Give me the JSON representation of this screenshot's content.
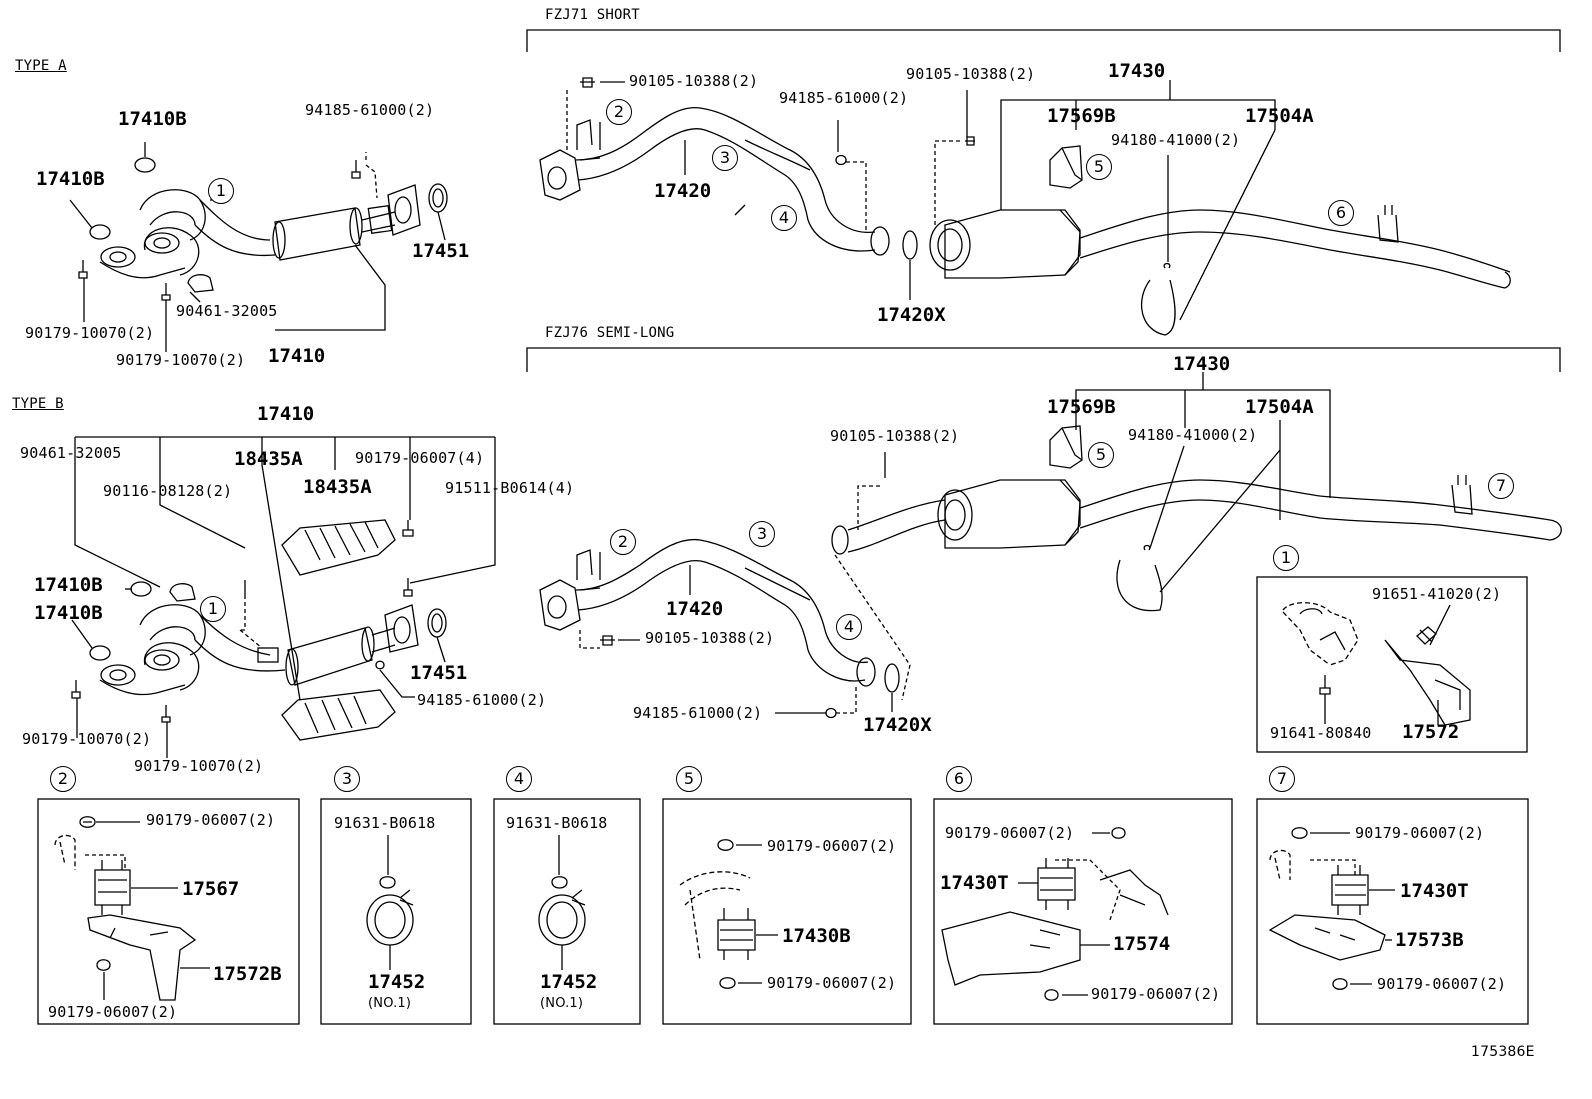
{
  "sections": {
    "type_a": "TYPE A",
    "type_b": "TYPE B",
    "fzj71": "FZJ71 SHORT",
    "fzj76": "FZJ76 SEMI-LONG"
  },
  "type_a": {
    "p17410B_1": "17410B",
    "p17410B_2": "17410B",
    "p94185": "94185-61000(2)",
    "p17451": "17451",
    "p90461": "90461-32005",
    "p90179_a": "90179-10070(2)",
    "p90179_b": "90179-10070(2)",
    "p17410": "17410"
  },
  "type_b": {
    "p17410": "17410",
    "p90461": "90461-32005",
    "p18435A_1": "18435A",
    "p90116": "90116-08128(2)",
    "p90179_06007": "90179-06007(4)",
    "p18435A_2": "18435A",
    "p91511": "91511-B0614(4)",
    "p17410B_1": "17410B",
    "p17410B_2": "17410B",
    "p17451": "17451",
    "p94185": "94185-61000(2)",
    "p90179_a": "90179-10070(2)",
    "p90179_b": "90179-10070(2)"
  },
  "fzj71": {
    "p90105_a": "90105-10388(2)",
    "p94185": "94185-61000(2)",
    "p17420": "17420",
    "p90105_b": "90105-10388(2)",
    "p17430": "17430",
    "p17569B": "17569B",
    "p17504A": "17504A",
    "p94180": "94180-41000(2)",
    "p17420X": "17420X"
  },
  "fzj76": {
    "p17430": "17430",
    "p17569B": "17569B",
    "p17504A": "17504A",
    "p90105_a": "90105-10388(2)",
    "p94180": "94180-41000(2)",
    "p17420": "17420",
    "p90105_b": "90105-10388(2)",
    "p94185": "94185-61000(2)",
    "p17420X": "17420X"
  },
  "detail1": {
    "p91651": "91651-41020(2)",
    "p91641": "91641-80840",
    "p17572": "17572"
  },
  "detail2": {
    "p90179_top": "90179-06007(2)",
    "p17567": "17567",
    "p17572B": "17572B",
    "p90179_bot": "90179-06007(2)"
  },
  "detail3": {
    "p91631": "91631-B0618",
    "p17452": "17452",
    "note": "(NO.1)"
  },
  "detail4": {
    "p91631": "91631-B0618",
    "p17452": "17452",
    "note": "(NO.1)"
  },
  "detail5": {
    "p90179_top": "90179-06007(2)",
    "p17430B": "17430B",
    "p90179_bot": "90179-06007(2)"
  },
  "detail6": {
    "p90179_top": "90179-06007(2)",
    "p17430T": "17430T",
    "p17574": "17574",
    "p90179_bot": "90179-06007(2)"
  },
  "detail7": {
    "p90179_top": "90179-06007(2)",
    "p17430T": "17430T",
    "p17573B": "17573B",
    "p90179_bot": "90179-06007(2)"
  },
  "callouts": [
    "1",
    "2",
    "3",
    "4",
    "5",
    "6",
    "7"
  ],
  "figure_id": "175386E"
}
